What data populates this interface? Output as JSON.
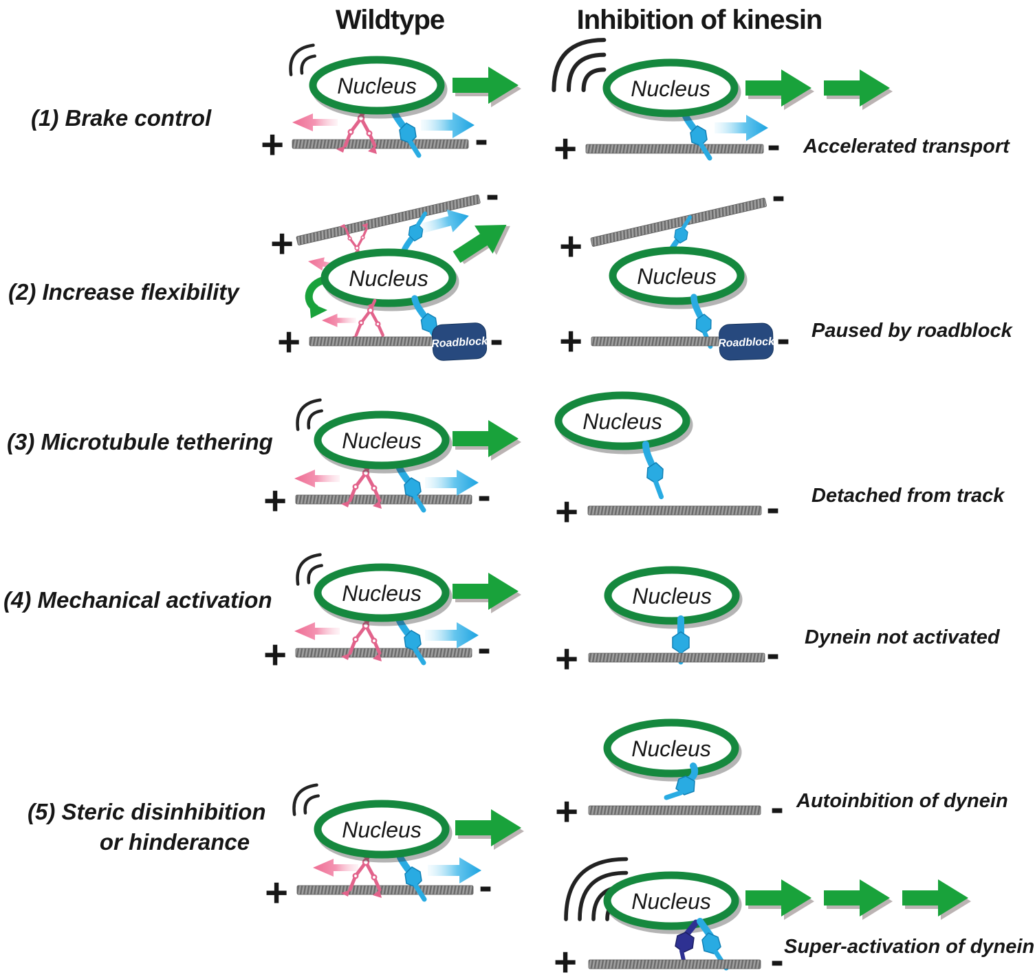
{
  "figure": {
    "col_headers": [
      "Wildtype",
      "Inhibition of kinesin"
    ],
    "nucleus_label": "Nucleus",
    "plus": "+",
    "minus": "-",
    "roadblock_label": "Roadblock",
    "rows": [
      {
        "label": "(1) Brake control",
        "result": "Accelerated transport"
      },
      {
        "label": "(2) Increase flexibility",
        "result": "Paused by roadblock"
      },
      {
        "label": "(3) Microtubule tethering",
        "result": "Detached from track"
      },
      {
        "label": "(4) Mechanical activation",
        "result": "Dynein not activated"
      },
      {
        "label_line1": "(5) Steric disinhibition",
        "label_line2": "or hinderance",
        "result_top": "Autoinbition of dynein",
        "result_bottom": "Super-activation of dynein"
      }
    ]
  },
  "colors": {
    "nucleus_ring": "#15883e",
    "green_arrow": "#19a23b",
    "blue_motor": "#29abe2",
    "pink_motor": "#e2638b",
    "dark_motor": "#2e3192",
    "roadblock": "#27497e",
    "track_gray": "#8c8c8c",
    "text": "#161616"
  }
}
